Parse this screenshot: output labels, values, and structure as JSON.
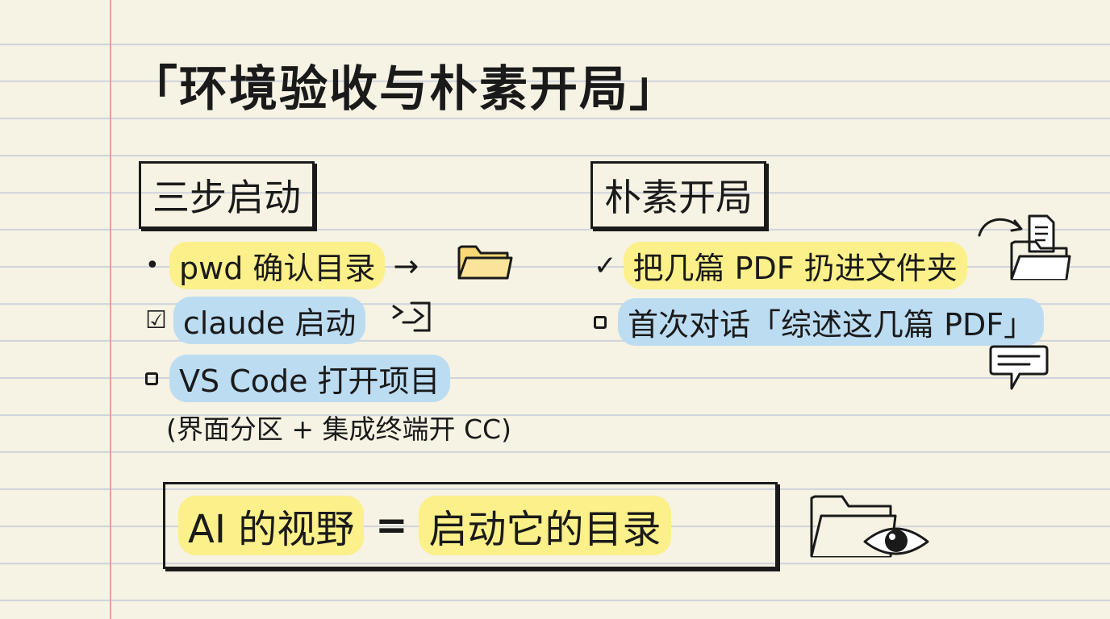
{
  "title": "「环境验收与朴素开局」",
  "left": {
    "heading": "三步启动",
    "items": [
      {
        "marker": "•",
        "text": "pwd 确认目录",
        "arrow": "→"
      },
      {
        "marker": "☑",
        "text": "claude 启动"
      },
      {
        "marker": "□",
        "text": "VS Code 打开项目"
      }
    ],
    "note": "(界面分区 + 集成终端开 CC)"
  },
  "right": {
    "heading": "朴素开局",
    "items": [
      {
        "marker": "✓",
        "text": "把几篇 PDF 扔进文件夹"
      },
      {
        "marker": "□",
        "text": "首次对话「综述这几篇 PDF」"
      }
    ]
  },
  "formula": {
    "left": "AI 的视野",
    "eq": "=",
    "right": "启动它的目录"
  },
  "icons": [
    "folder-icon",
    "terminal-icon",
    "pdf-to-folder-icon",
    "chat-bubble-icon",
    "folder-eye-icon"
  ],
  "colors": {
    "highlight_yellow": "#fbf08a",
    "highlight_blue": "#bcdcf2",
    "paper": "#f6f3e4",
    "margin_line": "#e7a2a2"
  }
}
